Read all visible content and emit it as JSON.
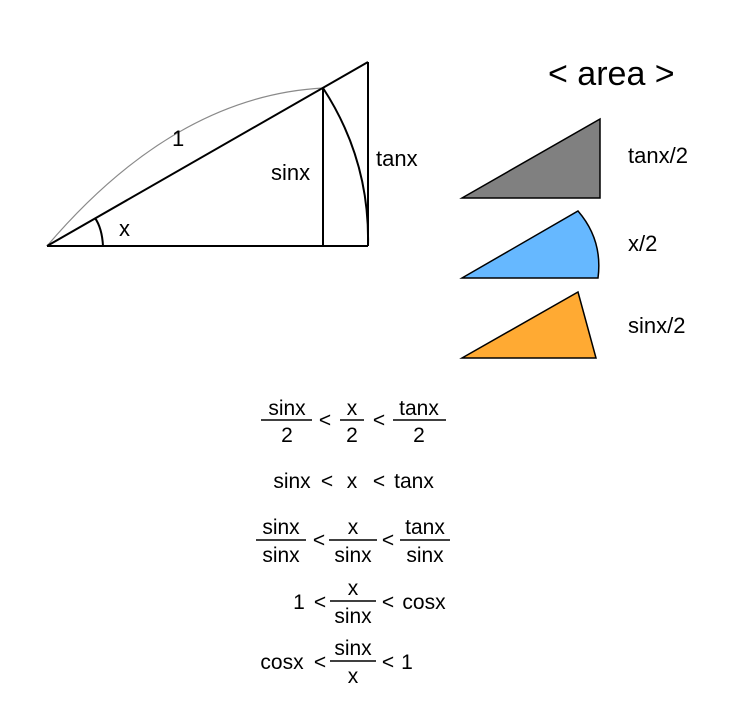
{
  "geometry_figure": {
    "labels": {
      "radius": "1",
      "angle": "x",
      "sine": "sinx",
      "tangent": "tanx"
    }
  },
  "area_panel": {
    "title": "< area >",
    "shapes": [
      {
        "label": "tanx/2",
        "fill": "#808080",
        "shape": "right-triangle"
      },
      {
        "label": "x/2",
        "fill": "#66b8ff",
        "shape": "circular-sector"
      },
      {
        "label": "sinx/2",
        "fill": "#ffaa33",
        "shape": "triangle"
      }
    ]
  },
  "derivation": {
    "line1": {
      "a_num": "sinx",
      "a_den": "2",
      "op1": "<",
      "b_num": "x",
      "b_den": "2",
      "op2": "<",
      "c_num": "tanx",
      "c_den": "2"
    },
    "line2": {
      "a": "sinx",
      "op1": "<",
      "b": "x",
      "op2": "<",
      "c": "tanx"
    },
    "line3": {
      "a_num": "sinx",
      "a_den": "sinx",
      "op1": "<",
      "b_num": "x",
      "b_den": "sinx",
      "op2": "<",
      "c_num": "tanx",
      "c_den": "sinx"
    },
    "line4": {
      "a": "1",
      "op1": "<",
      "b_num": "x",
      "b_den": "sinx",
      "op2": "<",
      "c": "cosx"
    },
    "line5": {
      "a": "cosx",
      "op1": "<",
      "b_num": "sinx",
      "b_den": "x",
      "op2": "<",
      "c": "1"
    }
  },
  "colors": {
    "stroke": "#000000",
    "arc": "#8a8a8a",
    "tan_area": "#808080",
    "sector_area": "#66b8ff",
    "sin_area": "#ffaa33"
  }
}
